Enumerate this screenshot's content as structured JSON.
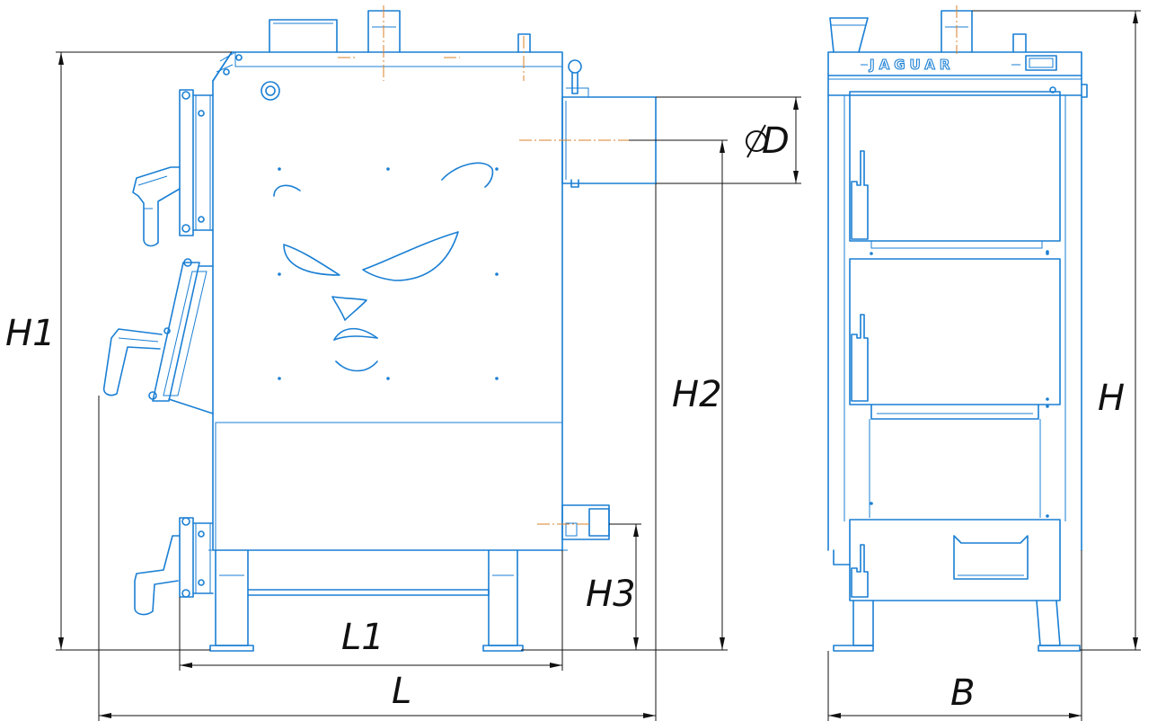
{
  "brand": {
    "logo_text": "JAGUAR"
  },
  "dimensions": {
    "H1": "H1",
    "H2": "H2",
    "H3": "H3",
    "D": "D",
    "L": "L",
    "L1": "L1",
    "H": "H",
    "B": "B"
  },
  "colors": {
    "outline": "#1a7fd4",
    "dimension": "#111111",
    "center_axis": "#d9822b",
    "background": "#ffffff"
  }
}
